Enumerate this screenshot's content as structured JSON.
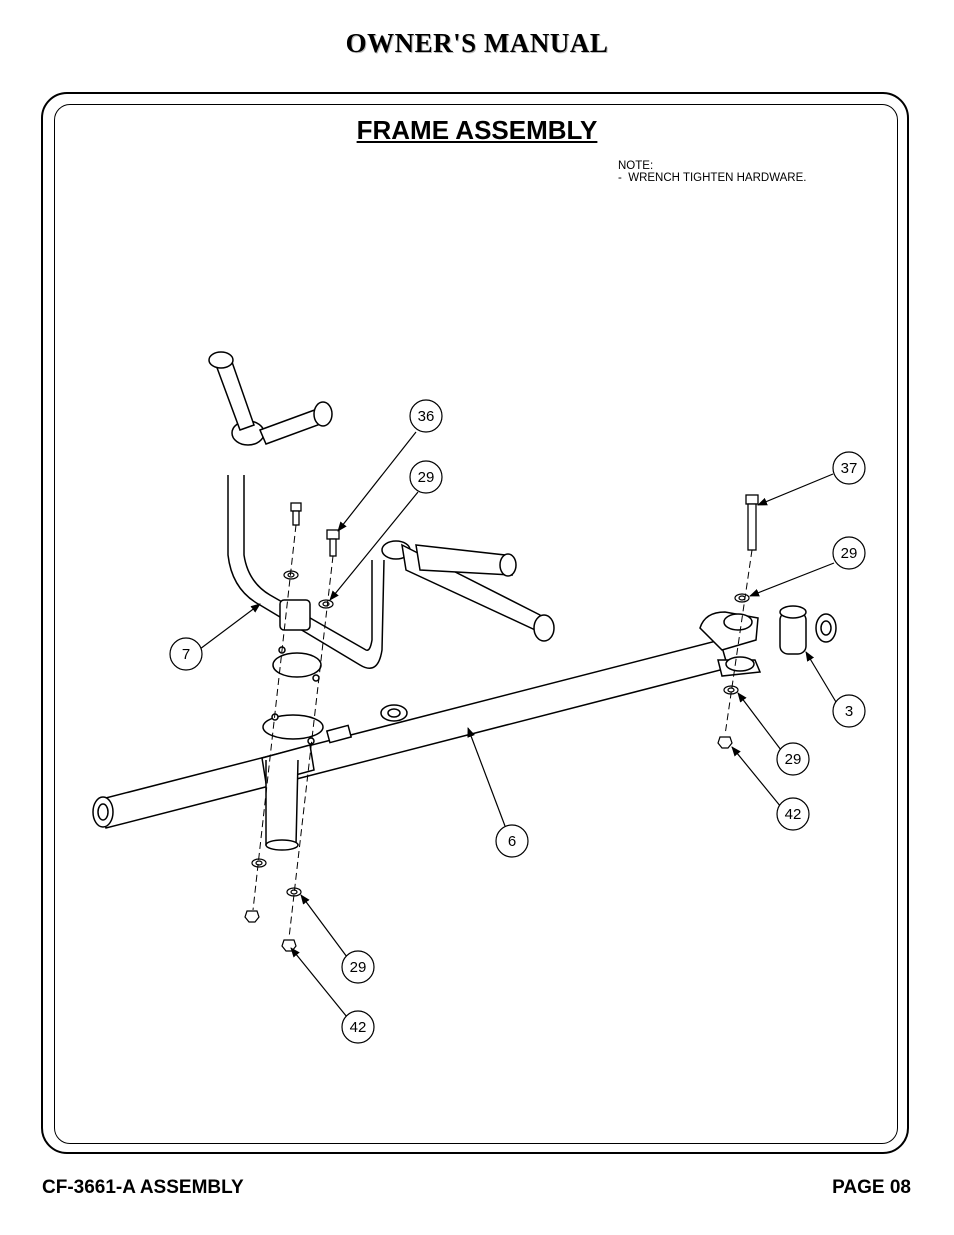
{
  "header": {
    "title": "OWNER'S MANUAL"
  },
  "section": {
    "title": "FRAME ASSEMBLY",
    "note_heading": "NOTE:",
    "note_line": "-  WRENCH TIGHTEN HARDWARE."
  },
  "callouts": [
    "36",
    "29",
    "37",
    "29",
    "7",
    "3",
    "29",
    "42",
    "6",
    "29",
    "42"
  ],
  "footer": {
    "model": "CF-3661-A ASSEMBLY",
    "page": "PAGE 08"
  }
}
